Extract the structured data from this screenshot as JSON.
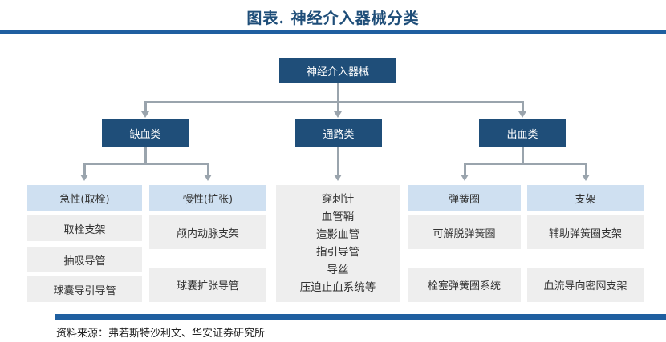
{
  "title": "图表. 神经介入器械分类",
  "root": "神经介入器械",
  "categories": [
    {
      "label": "缺血类",
      "subs": [
        {
          "label": "急性(取栓)",
          "items": [
            "取栓支架",
            "抽吸导管",
            "球囊导引导管"
          ]
        },
        {
          "label": "慢性(扩张)",
          "items": [
            "颅内动脉支架",
            "球囊扩张导管"
          ]
        }
      ]
    },
    {
      "label": "通路类",
      "items": [
        "穿刺针",
        "血管鞘",
        "造影血管",
        "指引导管",
        "导丝",
        "压迫止血系统等"
      ]
    },
    {
      "label": "出血类",
      "subs": [
        {
          "label": "弹簧圈",
          "items": [
            "可解脱弹簧圈",
            "栓塞弹簧圈系统"
          ]
        },
        {
          "label": "支架",
          "items": [
            "辅助弹簧圈支架",
            "血流导向密网支架"
          ]
        }
      ]
    }
  ],
  "source": "资料来源：弗若斯特沙利文、华安证券研究所"
}
